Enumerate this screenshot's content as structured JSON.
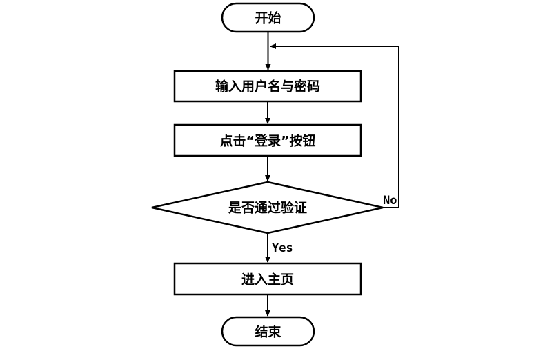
{
  "nodes": {
    "start": "开始",
    "input_credentials": "输入用户名与密码",
    "click_login": "点击“登录”按钮",
    "verify": "是否通过验证",
    "enter_home": "进入主页",
    "end": "结束"
  },
  "edges": {
    "yes_label": "Yes",
    "no_label": "No"
  }
}
